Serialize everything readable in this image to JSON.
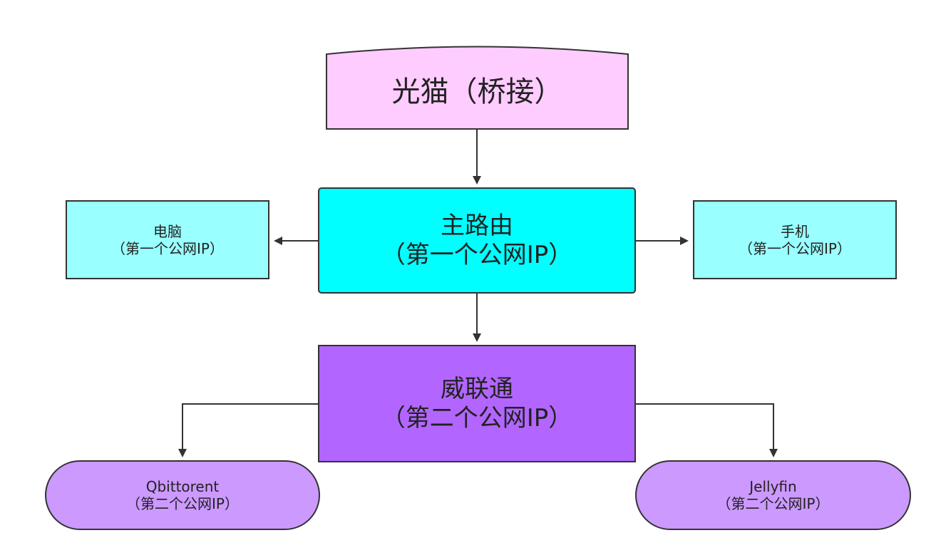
{
  "diagram": {
    "nodes": {
      "modem": {
        "line1": "光猫（桥接）",
        "line2": "",
        "fill": "#ffccff"
      },
      "router": {
        "line1": "主路由",
        "line2": "（第一个公网IP）",
        "fill": "#00ffff"
      },
      "pc": {
        "line1": "电脑",
        "line2": "（第一个公网IP）",
        "fill": "#99ffff"
      },
      "phone": {
        "line1": "手机",
        "line2": "（第一个公网IP）",
        "fill": "#99ffff"
      },
      "nas": {
        "line1": "威联通",
        "line2": "（第二个公网IP）",
        "fill": "#b266ff"
      },
      "qbit": {
        "line1": "Qbittorent",
        "line2": "（第二个公网IP）",
        "fill": "#cc99ff"
      },
      "jellyfin": {
        "line1": "Jellyfin",
        "line2": "（第二个公网IP）",
        "fill": "#cc99ff"
      }
    },
    "edges": [
      {
        "from": "modem",
        "to": "router"
      },
      {
        "from": "router",
        "to": "pc"
      },
      {
        "from": "router",
        "to": "phone"
      },
      {
        "from": "router",
        "to": "nas"
      },
      {
        "from": "nas",
        "to": "qbit"
      },
      {
        "from": "nas",
        "to": "jellyfin"
      }
    ],
    "colors": {
      "stroke": "#333333",
      "arrow": "#333333"
    }
  }
}
